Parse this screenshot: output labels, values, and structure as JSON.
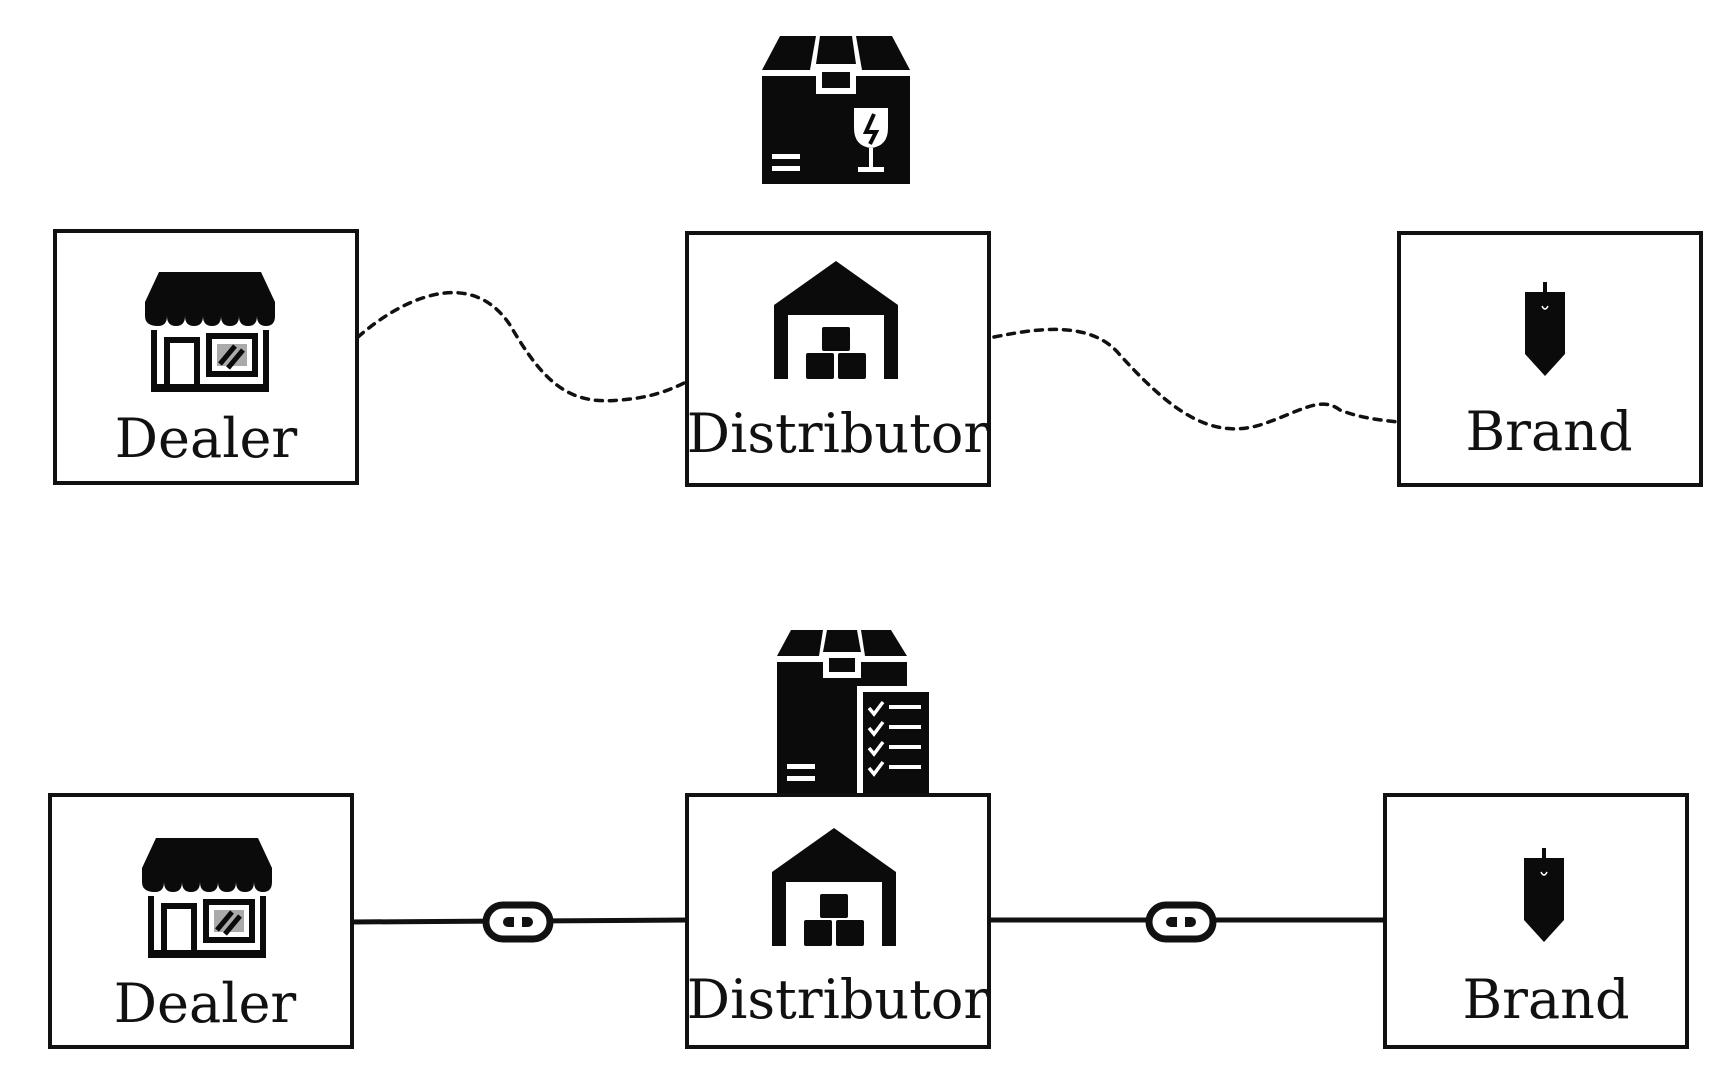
{
  "rows": [
    {
      "nodes": {
        "dealer": "Dealer",
        "distributor": "Distributor",
        "brand": "Brand"
      },
      "connector": "dotted",
      "top_icon": "fragile-package-icon"
    },
    {
      "nodes": {
        "dealer": "Dealer",
        "distributor": "Distributor",
        "brand": "Brand"
      },
      "connector": "linked",
      "top_icon": "package-checklist-icon"
    }
  ],
  "icons": {
    "dealer": "storefront-icon",
    "distributor": "warehouse-icon",
    "brand": "tag-icon",
    "link": "chain-link-icon"
  },
  "colors": {
    "ink": "#111111",
    "background": "#ffffff"
  }
}
